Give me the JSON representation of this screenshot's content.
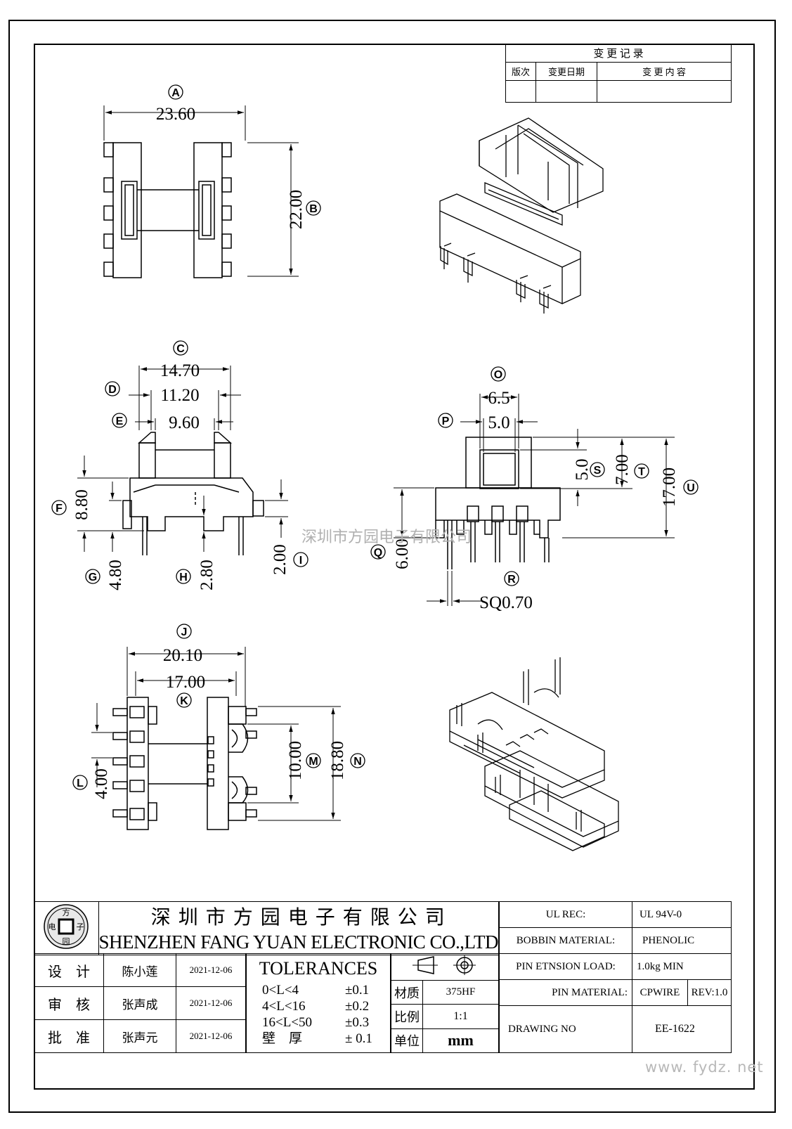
{
  "revision_table": {
    "title": "变 更 记 录",
    "col_version": "版次",
    "col_date": "变更日期",
    "col_content": "变 更 内 容"
  },
  "dimensions": {
    "A": {
      "label": "A",
      "value": "23.60"
    },
    "B": {
      "label": "B",
      "value": "22.00"
    },
    "C": {
      "label": "C",
      "value": "14.70"
    },
    "D": {
      "label": "D",
      "value": "11.20"
    },
    "E": {
      "label": "E",
      "value": "9.60"
    },
    "F": {
      "label": "F",
      "value": "8.80"
    },
    "G": {
      "label": "G",
      "value": "4.80"
    },
    "H": {
      "label": "H",
      "value": "2.80"
    },
    "I": {
      "label": "I",
      "value": "2.00"
    },
    "J": {
      "label": "J",
      "value": "20.10"
    },
    "K": {
      "label": "K",
      "value": "17.00"
    },
    "L": {
      "label": "L",
      "value": "4.00"
    },
    "M": {
      "label": "M",
      "value": "10.00"
    },
    "N": {
      "label": "N",
      "value": "18.80"
    },
    "O": {
      "label": "O",
      "value": "6.5"
    },
    "P": {
      "label": "P",
      "value": "5.0"
    },
    "Q": {
      "label": "Q",
      "value": "6.00"
    },
    "R": {
      "label": "R",
      "value": "SQ0.70"
    },
    "S": {
      "label": "S",
      "value": "5.0"
    },
    "T": {
      "label": "T",
      "value": "7.00"
    },
    "U": {
      "label": "U",
      "value": "17.00"
    }
  },
  "watermark_center": "深圳市方园电子有限公司",
  "watermark_corner": "www. fydz. net",
  "logo": {
    "top": "方",
    "left": "电",
    "right": "子",
    "bottom": "园"
  },
  "company": {
    "name_cn": "深 圳 市 方 园 电 子 有 限 公 司",
    "name_en": "SHENZHEN FANG YUAN ELECTRONIC CO.,LTD"
  },
  "signoff": [
    {
      "role": "设　计",
      "name": "陈小莲",
      "date": "2021-12-06"
    },
    {
      "role": "审　核",
      "name": "张声成",
      "date": "2021-12-06"
    },
    {
      "role": "批　准",
      "name": "张声元",
      "date": "2021-12-06"
    }
  ],
  "tolerances": {
    "title": "TOLERANCES",
    "rows": [
      {
        "range": "0<L<4",
        "value": "±0.1"
      },
      {
        "range": "4<L<16",
        "value": "±0.2"
      },
      {
        "range": "16<L<50",
        "value": "±0.3"
      },
      {
        "range": "壁　厚",
        "value": "± 0.1"
      }
    ]
  },
  "material_block": {
    "material_label": "材质",
    "material_value": "375HF",
    "scale_label": "比例",
    "scale_value": "1:1",
    "unit_label": "单位",
    "unit_value": "mm"
  },
  "specs": {
    "ul_rec_label": "UL REC:",
    "ul_rec_value": "UL  94V-0",
    "bobbin_label": "BOBBIN MATERIAL:",
    "bobbin_value": "PHENOLIC",
    "pin_load_label": "PIN ETNSION LOAD:",
    "pin_load_value": "1.0kg MIN",
    "pin_material_label": "PIN MATERIAL:",
    "pin_material_value": "CPWIRE",
    "rev": "REV:1.0",
    "drawing_no_label": "DRAWING NO",
    "drawing_no_value": "EE-1622"
  }
}
